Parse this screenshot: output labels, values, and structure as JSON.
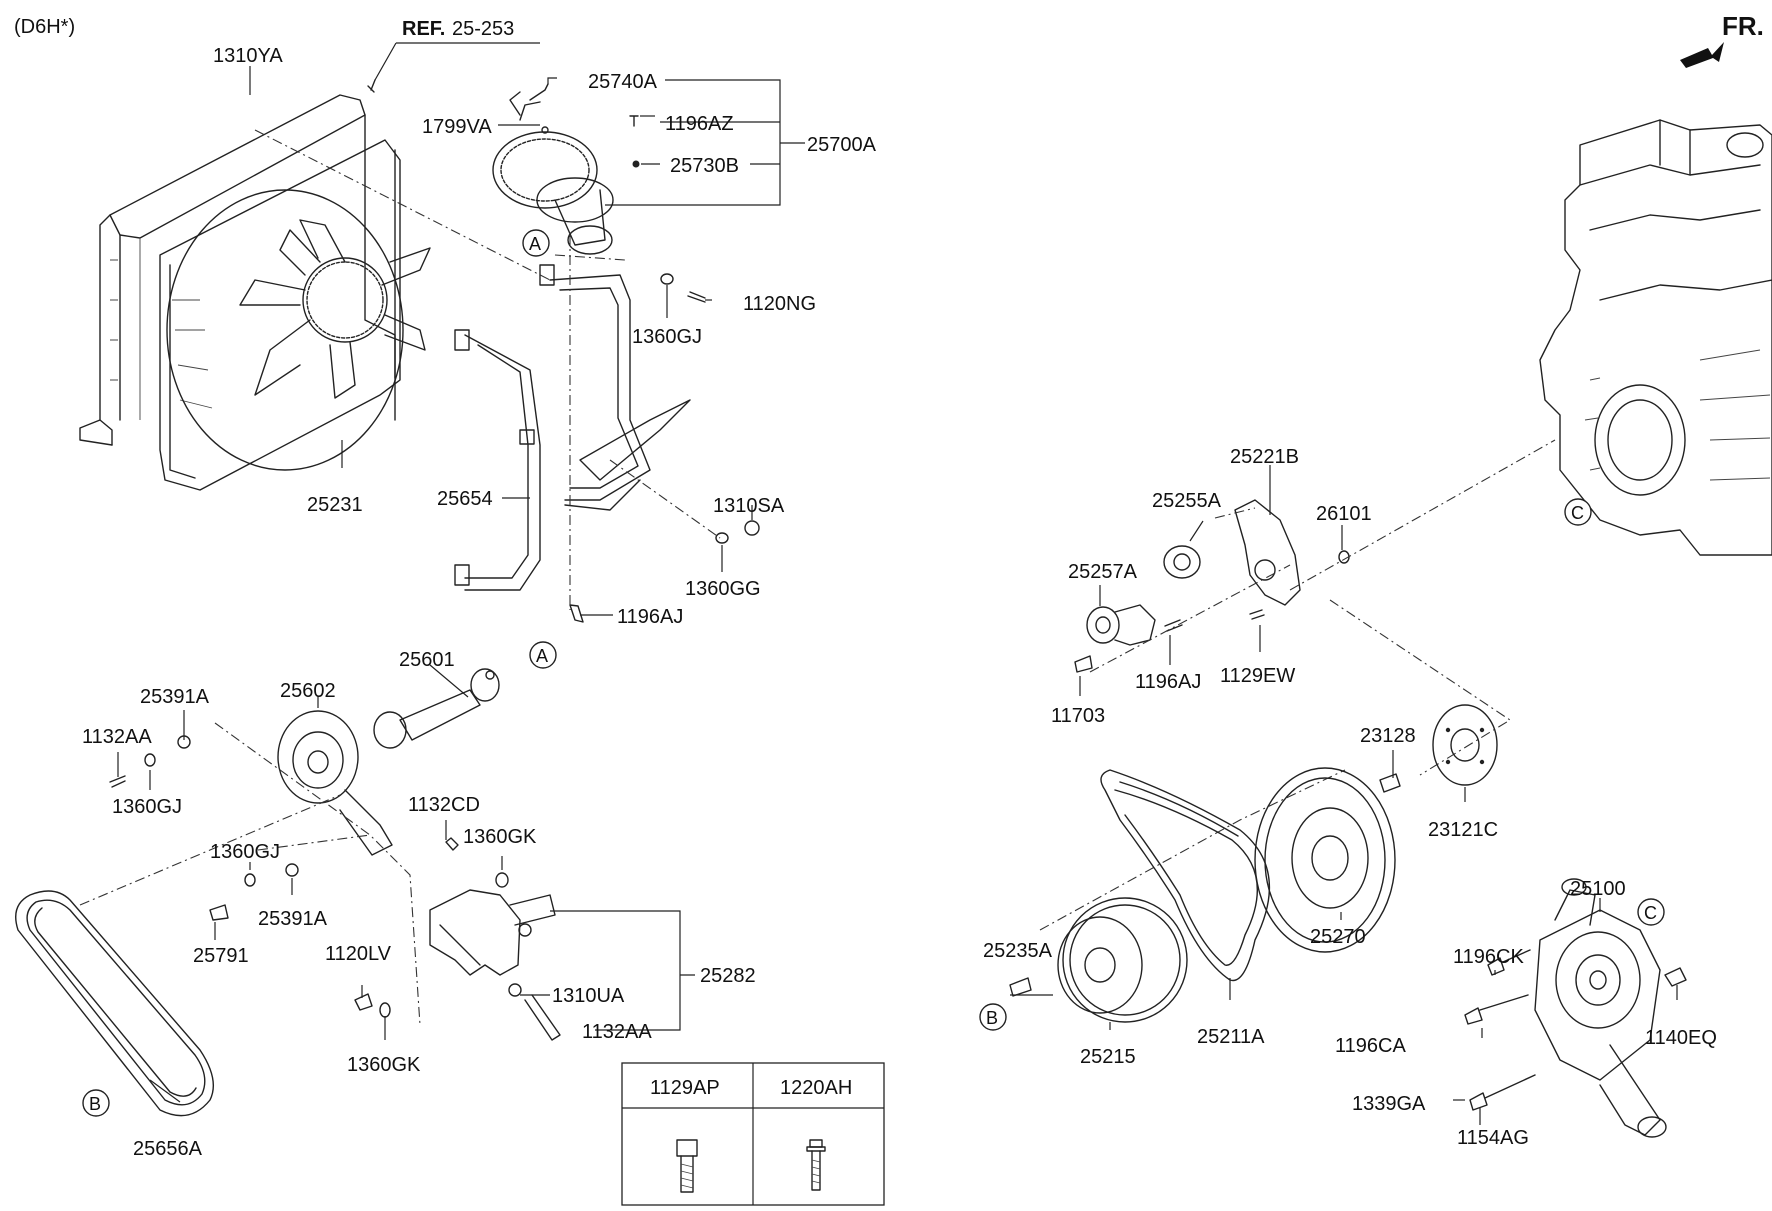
{
  "engine_code": "(D6H*)",
  "reference": {
    "ref": "REF.",
    "code": "25-253"
  },
  "front_indicator": "FR.",
  "markers": [
    "A",
    "B",
    "C"
  ],
  "labels": {
    "p1310YA": "1310YA",
    "p25740A": "25740A",
    "p1799VA": "1799VA",
    "p1196AZ": "1196AZ",
    "p25700A": "25700A",
    "p25730B": "25730B",
    "p1120NG": "1120NG",
    "p1360GJ_a": "1360GJ",
    "p25231": "25231",
    "p25654": "25654",
    "p1310SA": "1310SA",
    "p1360GG": "1360GG",
    "p1196AJ_a": "1196AJ",
    "p25601": "25601",
    "p25602": "25602",
    "p25391A_a": "25391A",
    "p1132AA_a": "1132AA",
    "p1360GJ_b": "1360GJ",
    "p1132CD": "1132CD",
    "p1360GK_a": "1360GK",
    "p1360GJ_c": "1360GJ",
    "p25391A_b": "25391A",
    "p25791": "25791",
    "p1120LV": "1120LV",
    "p1310UA": "1310UA",
    "p25282": "25282",
    "p1132AA_b": "1132AA",
    "p1360GK_b": "1360GK",
    "p25656A": "25656A",
    "p25221B": "25221B",
    "p25255A": "25255A",
    "p26101": "26101",
    "p25257A": "25257A",
    "p1196AJ_b": "1196AJ",
    "p1129EW": "1129EW",
    "p11703": "11703",
    "p23128": "23128",
    "p23121C": "23121C",
    "p25270": "25270",
    "p25235A": "25235A",
    "p25215": "25215",
    "p25211A": "25211A",
    "p25100": "25100",
    "p1196CK": "1196CK",
    "p1196CA": "1196CA",
    "p1140EQ": "1140EQ",
    "p1339GA": "1339GA",
    "p1154AG": "1154AG"
  },
  "legend_table": {
    "columns": [
      "1129AP",
      "1220AH"
    ]
  }
}
